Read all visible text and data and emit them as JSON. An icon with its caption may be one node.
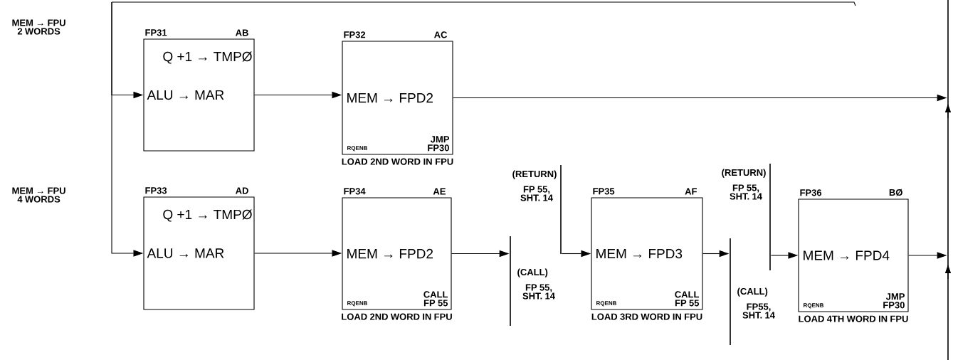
{
  "diagram": {
    "nodes": [
      {
        "text": [
          "FP31",
          "AB",
          "Q  +1 → TMPØ",
          "ALU → MAR"
        ]
      },
      {
        "text": [
          "FP32",
          "AC",
          "MEM → FPD2",
          "RQENB",
          "JMP FP30"
        ],
        "beside": [
          "LOAD 2ND WORD IN FPU"
        ]
      },
      {
        "text": [
          "FP33",
          "AD",
          "Q  +1 → TMPØ",
          "ALU → MAR"
        ]
      },
      {
        "text": [
          "FP34",
          "AE",
          "MEM → FPD2",
          "RQENB",
          "CALL FP 55"
        ],
        "beside": [
          "LOAD 2ND WORD IN FPU"
        ]
      },
      {
        "text": [],
        "shape": "bar",
        "beside": [
          "(CALL)",
          "FP 55, SHT. 14"
        ]
      },
      {
        "text": [],
        "shape": "bar",
        "beside": [
          "(RETURN)",
          "FP 55, SHT. 14"
        ]
      },
      {
        "text": [
          "FP35",
          "AF",
          "MEM → FPD3",
          "RQENB",
          "CALL FP 55"
        ],
        "beside": [
          "LOAD 3RD WORD IN FPU"
        ]
      },
      {
        "text": [],
        "shape": "bar",
        "beside": [
          "(CALL)",
          "FP55, SHT. 14"
        ]
      },
      {
        "text": [],
        "shape": "bar",
        "beside": [
          "(RETURN)",
          "FP 55, SHT. 14"
        ]
      },
      {
        "text": [
          "FP36",
          "BØ",
          "MEM → FPD4",
          "RQENB",
          "JMP FP30"
        ],
        "beside": [
          "LOAD 4TH WORD IN FPU"
        ]
      },
      {
        "text": [],
        "shape": "bar"
      }
    ],
    "edges": [
      {
        "from": null,
        "to": 0,
        "arrow": "to"
      },
      {
        "from": null,
        "to": 2,
        "arrow": "to"
      },
      {
        "from": 0,
        "to": 1,
        "arrow": "to"
      },
      {
        "from": 2,
        "to": 3,
        "arrow": "to"
      },
      {
        "from": 1,
        "to": 10,
        "arrow": "to"
      },
      {
        "from": 3,
        "to": 4,
        "arrow": "to"
      },
      {
        "from": 5,
        "to": 6,
        "arrow": "to"
      },
      {
        "from": 6,
        "to": 7,
        "arrow": "to"
      },
      {
        "from": 8,
        "to": 9,
        "arrow": "to"
      },
      {
        "from": 9,
        "to": 10,
        "arrow": "to"
      }
    ],
    "labels": [
      "MEM → FPU 2 WORDS",
      "MEM → FPU 4 WORDS"
    ]
  }
}
